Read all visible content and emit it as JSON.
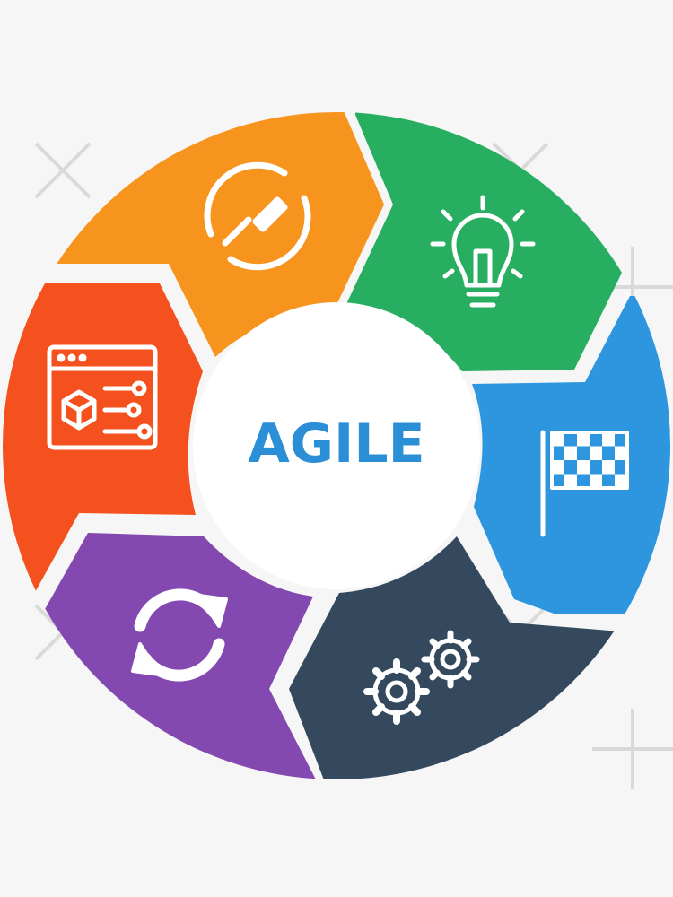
{
  "center": {
    "label": "AGILE"
  },
  "segments": [
    {
      "name": "integration",
      "color": "#F7941E",
      "icon": "plug-cycle-icon"
    },
    {
      "name": "ideation",
      "color": "#27AE60",
      "icon": "lightbulb-icon"
    },
    {
      "name": "release",
      "color": "#2D96DE",
      "icon": "checkered-flag-icon"
    },
    {
      "name": "development",
      "color": "#34495E",
      "icon": "gears-icon"
    },
    {
      "name": "iteration",
      "color": "#8349B0",
      "icon": "refresh-cycle-icon"
    },
    {
      "name": "design",
      "color": "#F4511E",
      "icon": "browser-settings-icon"
    }
  ],
  "colors": {
    "background": "#f6f6f6",
    "center_text": "#2A8FD6",
    "hub": "#ffffff",
    "icon_stroke": "#ffffff"
  }
}
